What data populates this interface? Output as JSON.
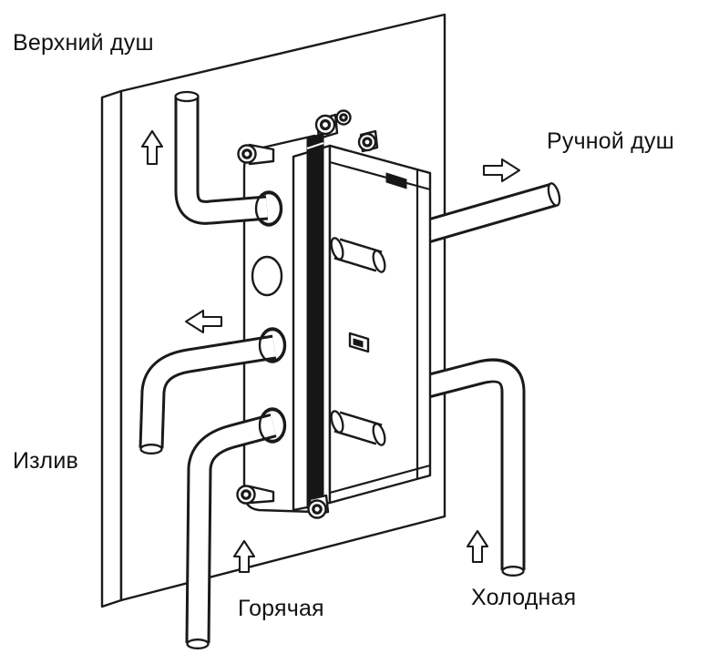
{
  "labels": {
    "top_shower": "Верхний душ",
    "hand_shower": "Ручной душ",
    "spout": "Излив",
    "hot_supply": "Горячая",
    "cold_supply": "Холодная"
  },
  "icons": {
    "top_shower_flow": "arrow-up",
    "spout_flow": "arrow-left",
    "hand_shower_flow": "arrow-right",
    "hot_flow": "arrow-up",
    "cold_flow": "arrow-up"
  },
  "colors": {
    "line": "#1a1a1a",
    "background": "#ffffff",
    "strap": "#161616"
  }
}
